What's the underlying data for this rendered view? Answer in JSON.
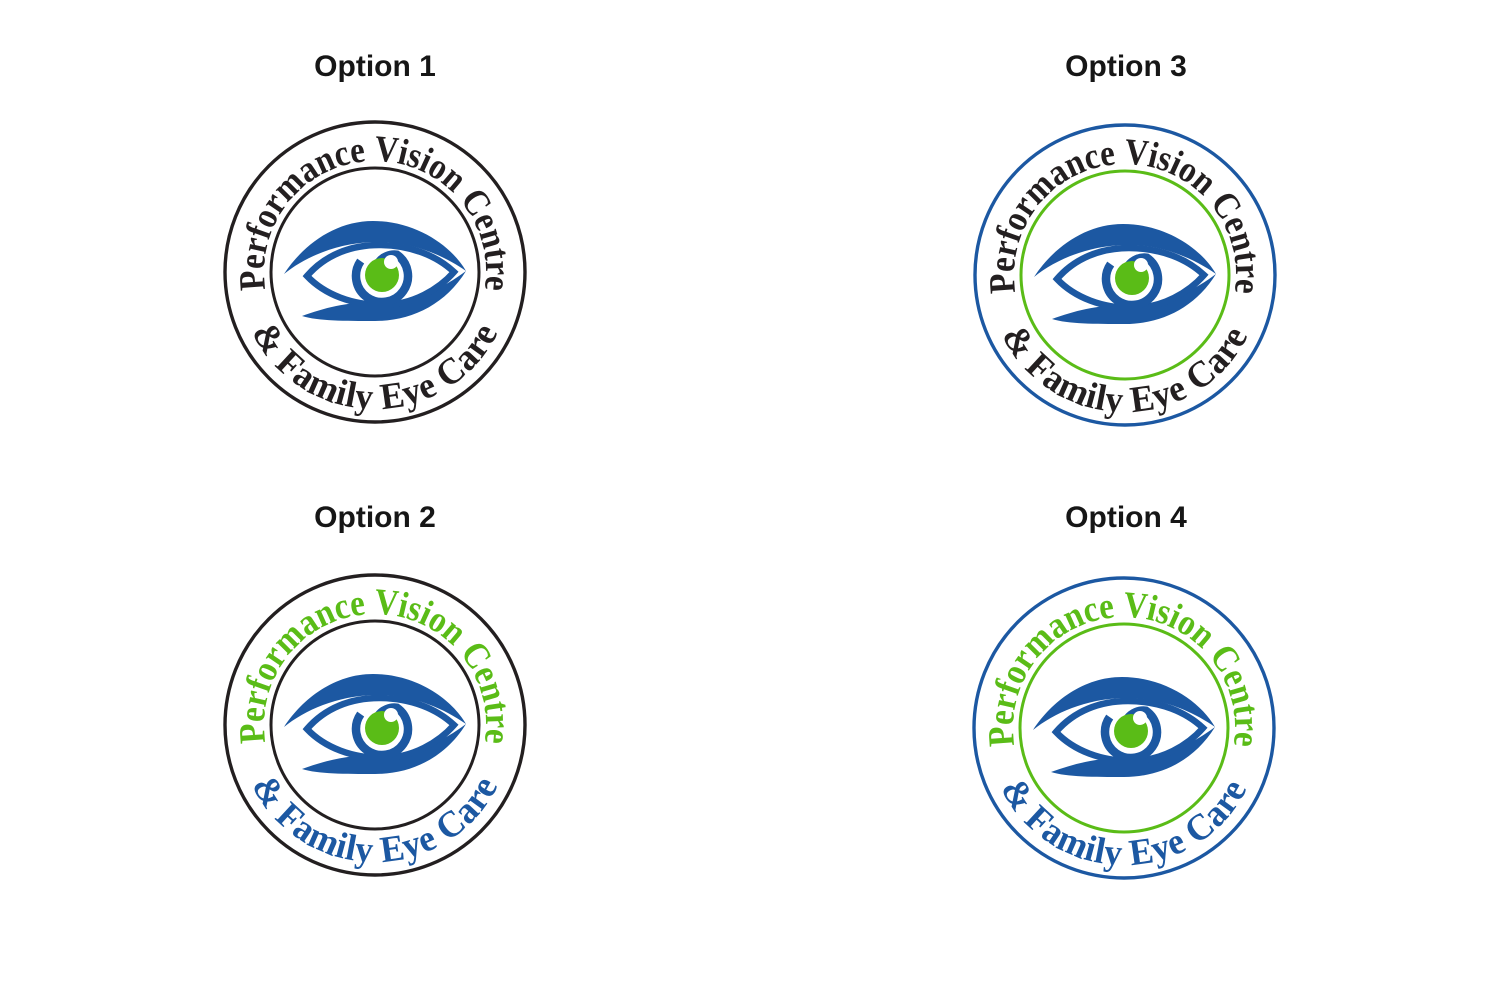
{
  "page": {
    "background": "#ffffff",
    "description_texts": []
  },
  "brand": {
    "blue": "#1c58a2",
    "green": "#5abc17",
    "black": "#231f20",
    "white": "#ffffff",
    "title_color": "#161616"
  },
  "icons": {
    "logo_mark": "eye-icon",
    "pupil_highlight": "circle-notch"
  },
  "logo": {
    "top_text": "Performance Vision Centre",
    "bottom_text": "& Family Eye Care"
  },
  "options": [
    {
      "label": "Option 1",
      "outer_ring_color": "#231f20",
      "inner_ring_color": "#231f20",
      "top_text_color": "#231f20",
      "bottom_text_color": "#231f20"
    },
    {
      "label": "Option 2",
      "outer_ring_color": "#231f20",
      "inner_ring_color": "#231f20",
      "top_text_color": "#5abc17",
      "bottom_text_color": "#1c58a2"
    },
    {
      "label": "Option 3",
      "outer_ring_color": "#1c58a2",
      "inner_ring_color": "#5abc17",
      "top_text_color": "#231f20",
      "bottom_text_color": "#231f20"
    },
    {
      "label": "Option 4",
      "outer_ring_color": "#1c58a2",
      "inner_ring_color": "#5abc17",
      "top_text_color": "#5abc17",
      "bottom_text_color": "#1c58a2"
    }
  ]
}
